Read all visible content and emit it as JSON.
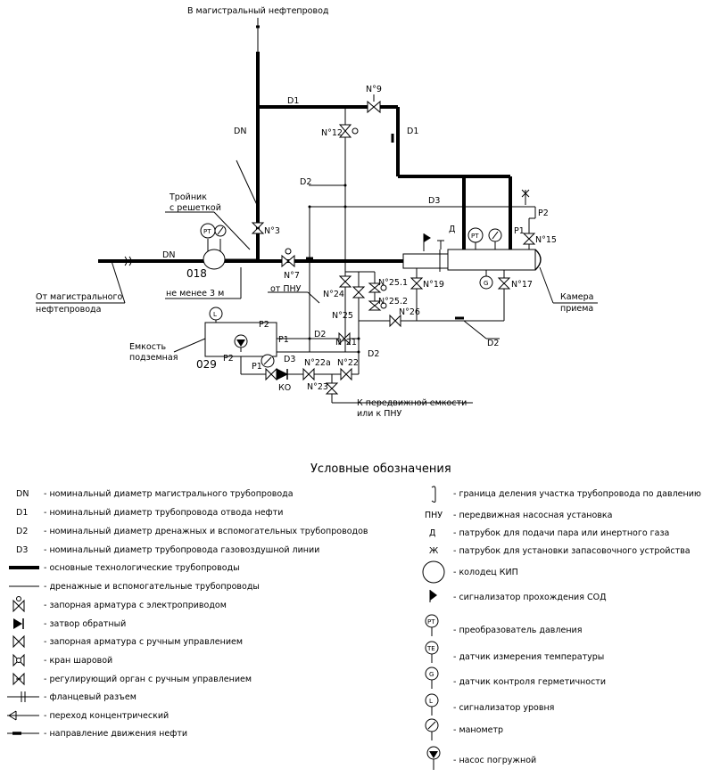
{
  "diagram": {
    "labels": {
      "to_main_pipeline": "В магистральный нефтепровод",
      "from_main_pipeline_1": "От магистрального",
      "from_main_pipeline_2": "нефтепровода",
      "tee_1": "Тройник",
      "tee_2": "с решеткой",
      "not_less_3m": "не менее 3 м",
      "from_pnu": "от ПНУ",
      "tank_1": "Емкость",
      "tank_2": "подземная",
      "chamber_1": "Камера",
      "chamber_2": "приема",
      "mobile_1": "К передвижной емкости",
      "mobile_2": "или к ПНУ",
      "dn_vertical": "DN",
      "dn_horizontal": "DN",
      "d1_top": "D1",
      "d1_right": "D1",
      "d2_vertical": "D2",
      "d2_low": "D2",
      "d2_right": "D2",
      "d2_bottom": "D2",
      "d3_upper": "D3",
      "d3_lower": "D3",
      "p1_chamber": "P1",
      "p2_chamber": "P2",
      "p2_tank_a": "P2",
      "p1_tank_a": "P1",
      "p2_tank_b": "P2",
      "p1_tank_b": "P1",
      "d_patrubok": "Д",
      "v_no9": "N°9",
      "v_no12": "N°12",
      "v_no3": "N°3",
      "v_no7": "N°7",
      "v_no15": "N°15",
      "v_no19": "N°19",
      "v_no17": "N°17",
      "v_no24": "N°24",
      "v_no25": "N°25",
      "v_no251": "N°25.1",
      "v_no252": "N°25.2",
      "v_no26": "N°26",
      "v_no21": "N°21",
      "v_no22": "N°22",
      "v_no22a": "N°22а",
      "v_no23": "N°23",
      "code_018": "018",
      "code_029": "029",
      "ko": "КО",
      "pt": "PT",
      "l": "L",
      "g": "G"
    }
  },
  "legend": {
    "title": "Условные обозначения",
    "left": [
      {
        "symbol": "DN",
        "text": "- номинальный диаметр магистрального трубопровода"
      },
      {
        "symbol": "D1",
        "text": "- номинальный диаметр трубопровода отвода нефти"
      },
      {
        "symbol": "D2",
        "text": "- номинальный диаметр дренажных и вспомогательных трубопроводов"
      },
      {
        "symbol": "D3",
        "text": "- номинальный диаметр трубопровода газовоздушной линии"
      },
      {
        "symbol": "",
        "text": "- основные технологические трубопроводы"
      },
      {
        "symbol": "",
        "text": "- дренажные и вспомогательные трубопроводы"
      },
      {
        "symbol": "",
        "text": "- запорная арматура с электроприводом"
      },
      {
        "symbol": "",
        "text": "- затвор обратный"
      },
      {
        "symbol": "",
        "text": "- запорная арматура с ручным управлением"
      },
      {
        "symbol": "",
        "text": "- кран шаровой"
      },
      {
        "symbol": "",
        "text": "- регулирующий орган с ручным управлением"
      },
      {
        "symbol": "",
        "text": "- фланцевый разъем"
      },
      {
        "symbol": "",
        "text": "- переход концентрический"
      },
      {
        "symbol": "",
        "text": "- направление движения нефти"
      }
    ],
    "right": [
      {
        "symbol": "",
        "text": "- граница деления участка трубопровода по давлению"
      },
      {
        "symbol": "ПНУ",
        "text": "- передвижная насосная установка"
      },
      {
        "symbol": "Д",
        "text": "- патрубок для подачи пара или инертного газа"
      },
      {
        "symbol": "Ж",
        "text": "- патрубок для установки запасовочного устройства"
      },
      {
        "symbol": "",
        "text": "- колодец КИП"
      },
      {
        "symbol": "",
        "text": "- сигнализатор прохождения СОД"
      },
      {
        "symbol": "PT",
        "text": "- преобразователь давления"
      },
      {
        "symbol": "TE",
        "text": "- датчик измерения температуры"
      },
      {
        "symbol": "G",
        "text": "- датчик контроля герметичности"
      },
      {
        "symbol": "L",
        "text": "- сигнализатор уровня"
      },
      {
        "symbol": "",
        "text": "- манометр"
      },
      {
        "symbol": "",
        "text": "- насос погружной"
      }
    ]
  }
}
